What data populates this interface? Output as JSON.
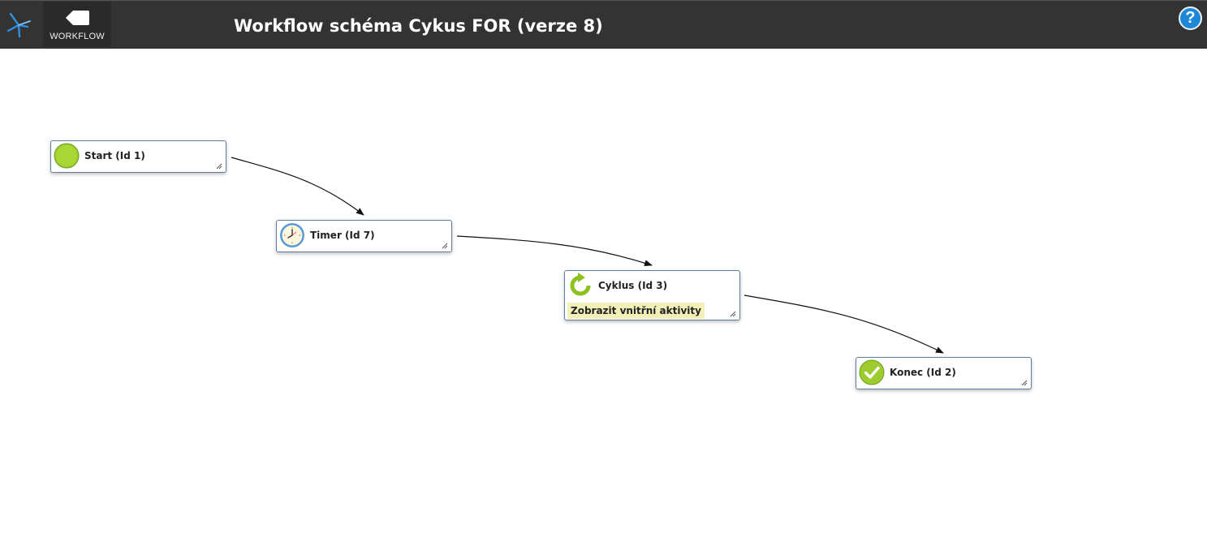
{
  "header": {
    "back_label": "WORKFLOW",
    "title": "Workflow schéma Cykus FOR (verze 8)",
    "help_label": "?"
  },
  "nodes": {
    "start": {
      "label": "Start (Id 1)",
      "icon": "start-circle-icon"
    },
    "timer": {
      "label": "Timer (Id 7)",
      "icon": "clock-icon"
    },
    "cyklus": {
      "label": "Cyklus (Id 3)",
      "icon": "loop-icon",
      "inner_link": "Zobrazit vnitřní aktivity"
    },
    "konec": {
      "label": "Konec (Id 2)",
      "icon": "checkmark-icon"
    }
  },
  "colors": {
    "topbar": "#333333",
    "node_border": "#5d7fa3",
    "green": "#9ccc2e",
    "help": "#1e88d8",
    "link_highlight": "#f3efb9"
  }
}
